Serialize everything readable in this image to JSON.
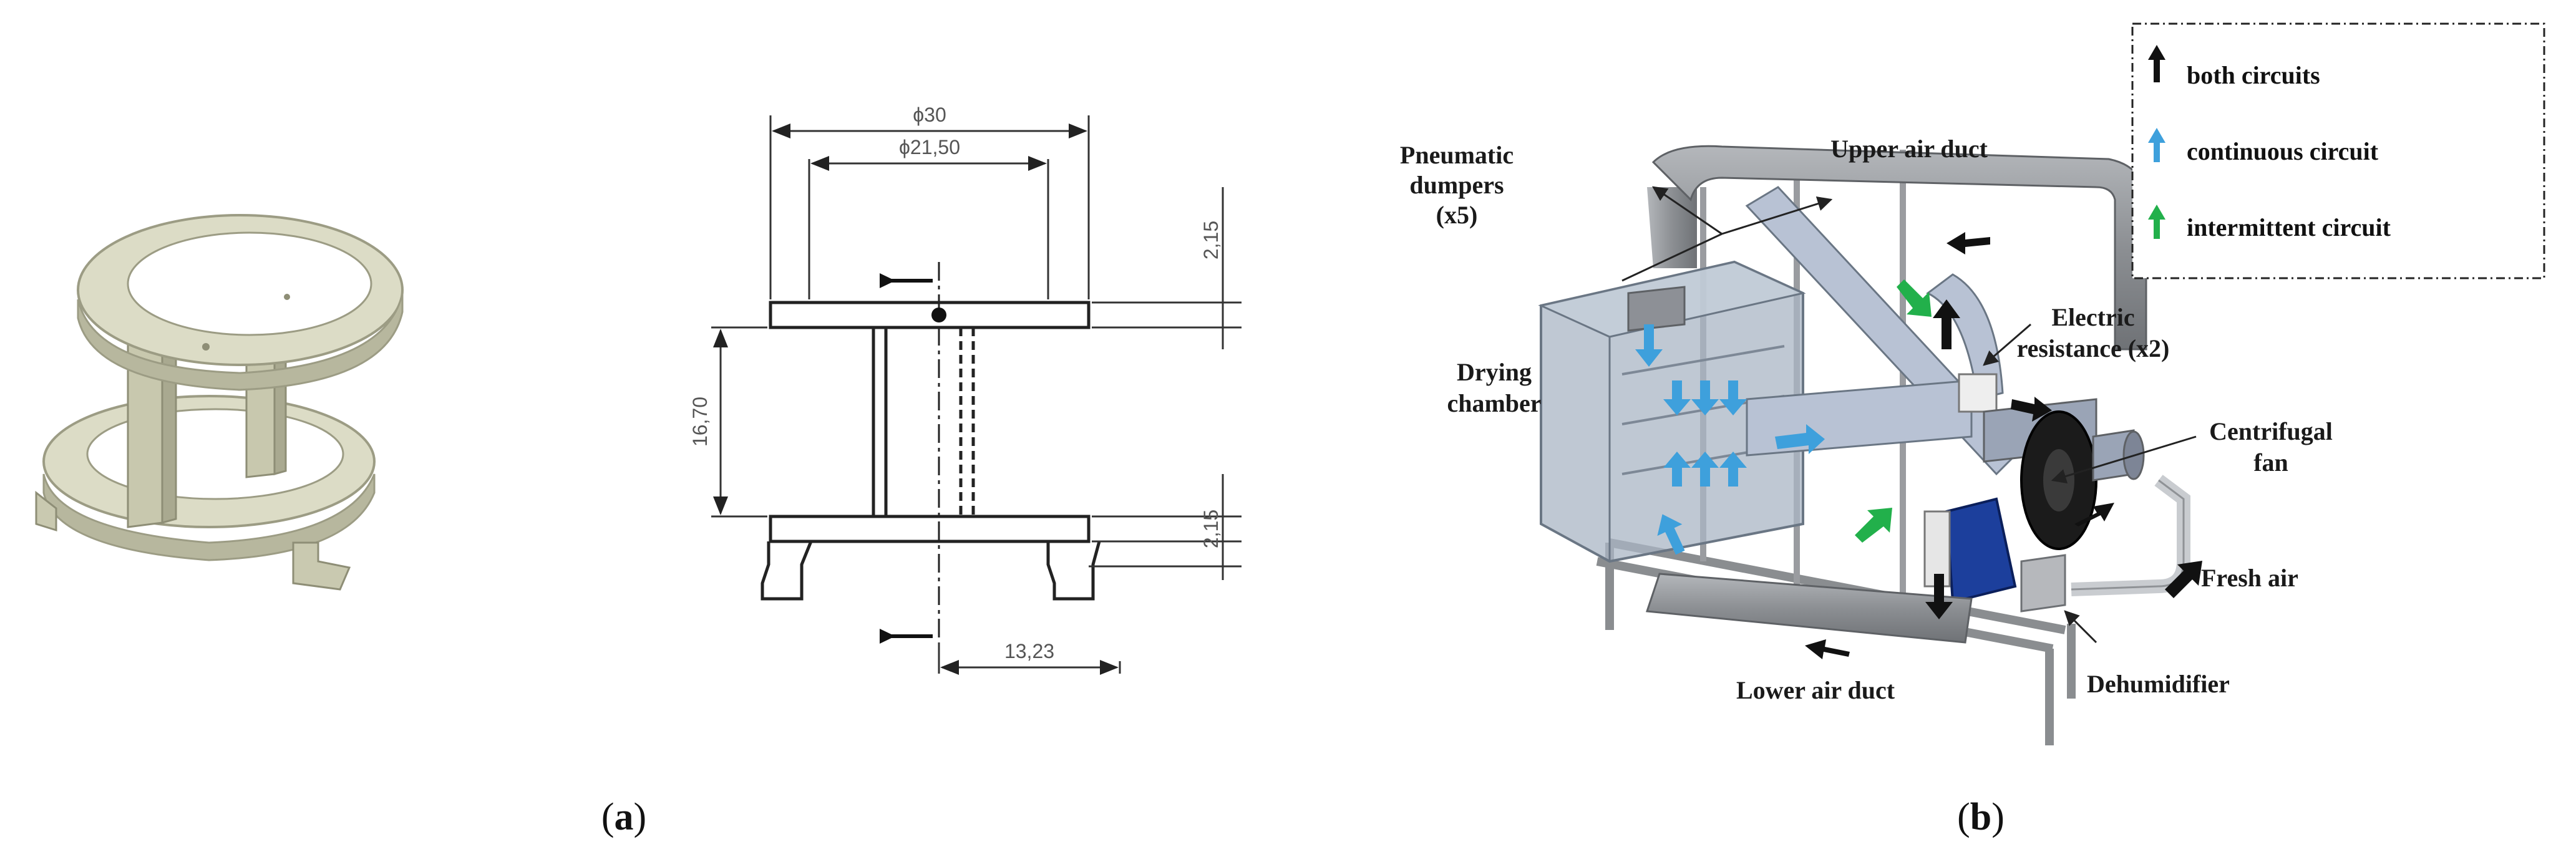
{
  "colors": {
    "black_arrow": "#111111",
    "blue_arrow": "#3ea0dc",
    "green_arrow": "#22b04b",
    "part_fill": "#dcdcc6",
    "part_shade": "#b7b79e",
    "duct": "#8f9296",
    "chamber": "#aab6c4",
    "fan_blue": "#1c3f9c"
  },
  "panel_a": {
    "caption_open": "(",
    "caption_letter": "a",
    "caption_close": ")",
    "dims": {
      "outer_diameter": "ϕ30",
      "inner_diameter": "ϕ21,50",
      "top_thickness": "2,15",
      "height": "16,70",
      "bottom_thickness": "2,15",
      "leg_offset": "13,23"
    }
  },
  "panel_b": {
    "caption_open": "(",
    "caption_letter": "b",
    "caption_close": ")",
    "labels": {
      "pneumatic_line1": "Pneumatic",
      "pneumatic_line2": "dumpers",
      "pneumatic_line3": "(x5)",
      "upper_air_duct": "Upper air duct",
      "drying_line1": "Drying",
      "drying_line2": "chamber",
      "electric_line1": "Electric",
      "electric_line2": "resistance (x2)",
      "centrifugal_line1": "Centrifugal",
      "centrifugal_line2": "fan",
      "fresh_air": "Fresh air",
      "dehumidifier": "Dehumidifier",
      "lower_air_duct": "Lower air duct"
    },
    "legend": [
      {
        "icon": "black-arrow-icon",
        "label": "both circuits"
      },
      {
        "icon": "blue-arrow-icon",
        "label": "continuous circuit"
      },
      {
        "icon": "green-arrow-icon",
        "label": "intermittent circuit"
      }
    ]
  }
}
